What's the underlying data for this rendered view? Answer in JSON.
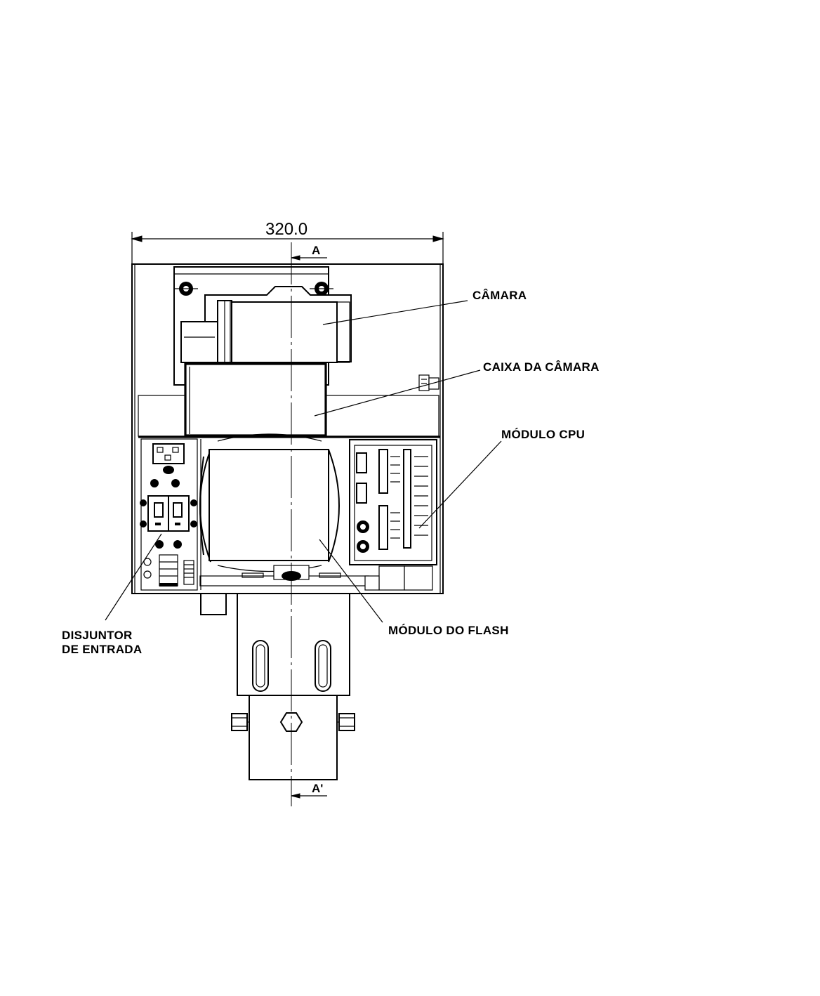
{
  "drawing": {
    "dimension": "320.0",
    "section_top": "A",
    "section_bottom": "A'",
    "labels": {
      "camera": "CÂMARA",
      "camera_box": "CAIXA DA CÂMARA",
      "cpu_module": "MÓDULO CPU",
      "flash_module": "MÓDULO DO FLASH",
      "breaker_line1": "DISJUNTOR",
      "breaker_line2": "DE ENTRADA"
    }
  }
}
